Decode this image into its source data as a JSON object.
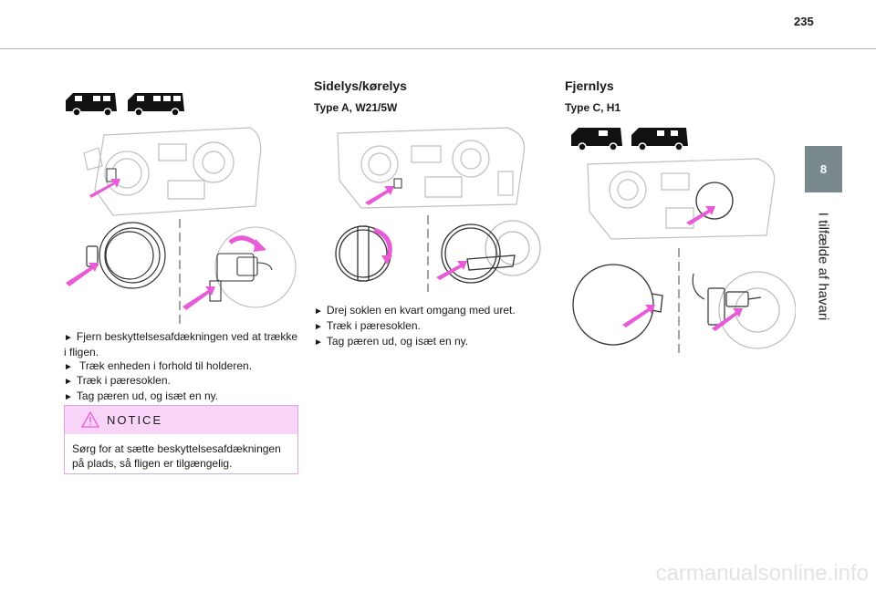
{
  "header": {
    "page_number": "235"
  },
  "side_tab": {
    "chapter": "8",
    "chapter_title": "I tilfælde af havari"
  },
  "col1": {
    "bullets": [
      "Fjern beskyttelsesafdækningen ved at trække i fligen.",
      " Træk enheden i forhold til holderen.",
      "Træk i pæresoklen.",
      "Tag pæren ud, og isæt en ny."
    ],
    "notice": {
      "title": "NOTICE",
      "text": "Sørg for at sætte beskyttelsesafdækningen på plads, så fligen er tilgængelig."
    }
  },
  "col2": {
    "heading": "Sidelys/kørelys",
    "subheading": "Type A, W21/5W",
    "bullets": [
      "Drej soklen en kvart omgang med uret.",
      "Træk i pæresoklen.",
      "Tag pæren ud, og isæt en ny."
    ]
  },
  "col3": {
    "heading": "Fjernlys",
    "subheading": "Type C, H1"
  },
  "bullet_symbol": "►",
  "colors": {
    "accent_pink": "#e85ad8",
    "tab_gray": "#7a8a8c",
    "notice_bg": "#f8d5f8"
  },
  "watermark": "carmanualsonline.info"
}
